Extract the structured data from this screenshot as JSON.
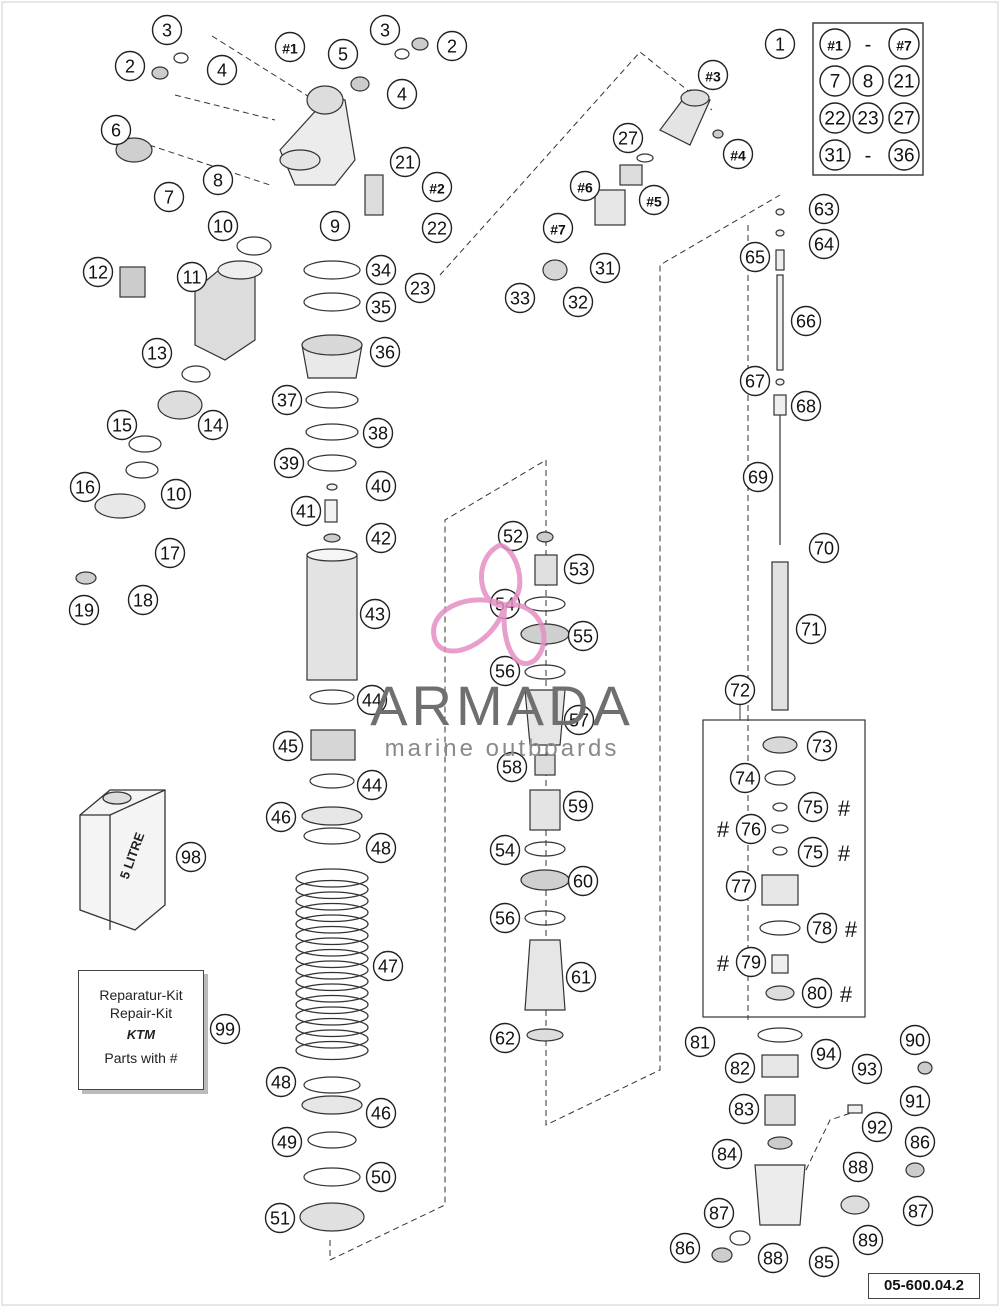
{
  "watermark": {
    "brand": "ARMADA",
    "tagline": "marine outboards"
  },
  "repair_kit": {
    "line1": "Reparatur-Kit",
    "line2": "Repair-Kit",
    "brand": "KTM",
    "line3": "Parts with #"
  },
  "document_id": "05-600.04.2",
  "canister_label": "5 LITRE",
  "kit_mark": "#",
  "kit_box": {
    "rows": [
      [
        "#1",
        "-",
        "#7"
      ],
      [
        "7",
        "8",
        "21"
      ],
      [
        "22",
        "23",
        "27"
      ],
      [
        "31",
        "-",
        "36"
      ]
    ]
  },
  "callouts": [
    "1",
    "2",
    "3",
    "4",
    "5",
    "6",
    "7",
    "8",
    "9",
    "10",
    "11",
    "12",
    "13",
    "14",
    "15",
    "16",
    "17",
    "18",
    "19",
    "21",
    "22",
    "23",
    "27",
    "31",
    "32",
    "33",
    "34",
    "35",
    "36",
    "37",
    "38",
    "39",
    "40",
    "41",
    "42",
    "43",
    "44",
    "45",
    "46",
    "47",
    "48",
    "49",
    "50",
    "51",
    "52",
    "53",
    "54",
    "55",
    "56",
    "57",
    "58",
    "59",
    "60",
    "61",
    "62",
    "63",
    "64",
    "65",
    "66",
    "67",
    "68",
    "69",
    "70",
    "71",
    "72",
    "73",
    "74",
    "75",
    "76",
    "77",
    "78",
    "79",
    "80",
    "81",
    "82",
    "83",
    "84",
    "85",
    "86",
    "87",
    "88",
    "89",
    "90",
    "91",
    "92",
    "93",
    "94",
    "98",
    "99",
    "#1",
    "#2",
    "#3",
    "#4",
    "#5",
    "#6",
    "#7"
  ],
  "accent_color": "#e58fc4",
  "line_color": "#222222"
}
